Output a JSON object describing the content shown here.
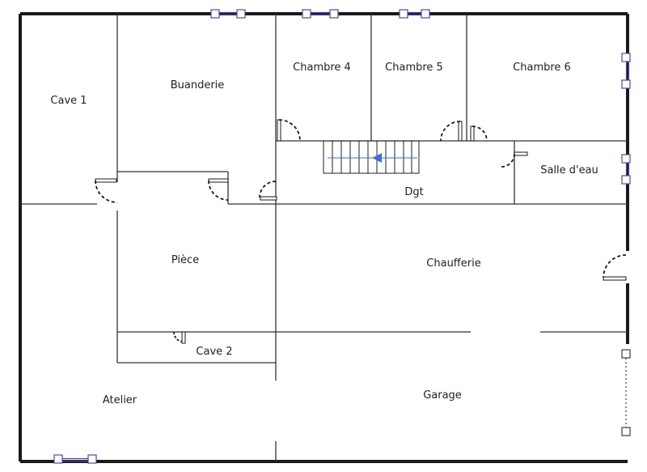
{
  "rooms": {
    "cave1": "Cave 1",
    "buanderie": "Buanderie",
    "chambre4": "Chambre 4",
    "chambre5": "Chambre 5",
    "chambre6": "Chambre 6",
    "salle_deau": "Salle d'eau",
    "dgt": "Dgt",
    "piece": "Pièce",
    "chaufferie": "Chaufferie",
    "cave2": "Cave 2",
    "atelier": "Atelier",
    "garage": "Garage"
  },
  "colors": {
    "wall": "#1a1a1a",
    "partition": "#333333",
    "window": "#4a4aa8",
    "arrow": "#3a6fd8"
  }
}
